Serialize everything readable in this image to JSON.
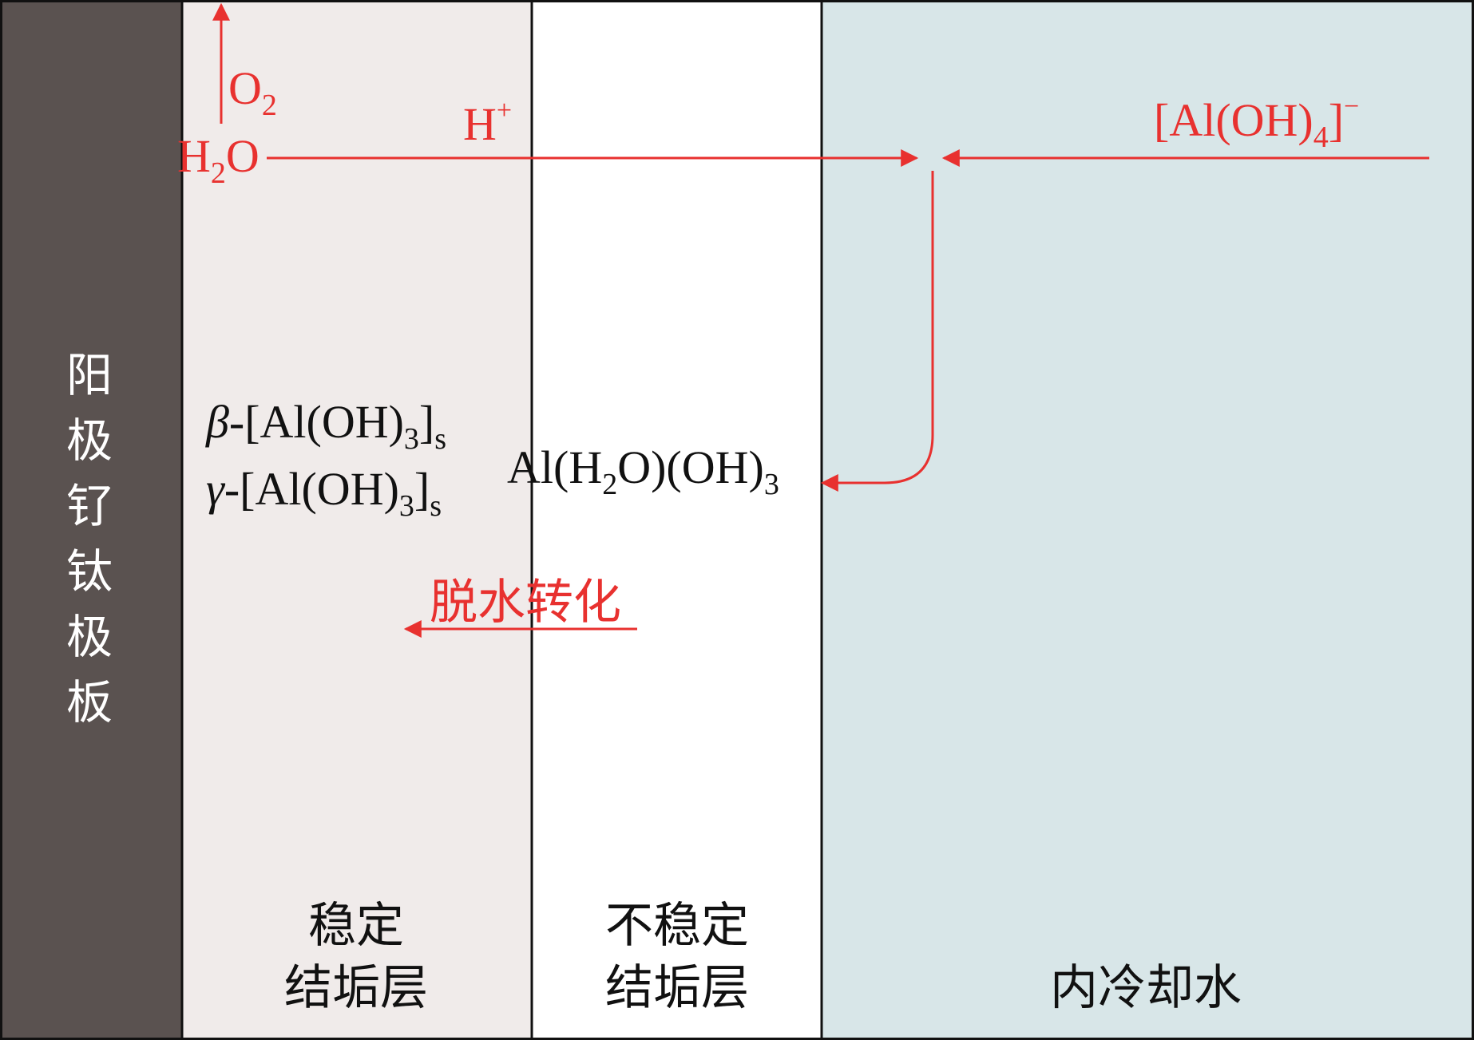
{
  "colors": {
    "anode": "#5a5250",
    "stable_layer": "#f0ebea",
    "unstable_layer": "#ffffff",
    "coolant": "#d8e6e8",
    "border": "#111111",
    "reaction": "#e8312f",
    "anode_text": "#ffffff"
  },
  "regions": {
    "anode_label": [
      "阳",
      "极",
      "钌",
      "钛",
      "极",
      "板"
    ],
    "stable_label": [
      "稳定",
      "结垢层"
    ],
    "unstable_label": [
      "不稳定",
      "结垢层"
    ],
    "coolant_label": "内冷却水"
  },
  "species": {
    "o2": {
      "main": "O",
      "sub": "2"
    },
    "h2o": {
      "a": "H",
      "sub": "2",
      "b": "O"
    },
    "h_plus": {
      "main": "H",
      "sup": "+"
    },
    "aluminate": {
      "a": "[Al(OH)",
      "sub": "4",
      "b": "]",
      "sup": "−"
    },
    "beta": {
      "greek": "β",
      "a": "-[Al(OH)",
      "sub1": "3",
      "b": "]",
      "sub2": "s"
    },
    "gamma": {
      "greek": "γ",
      "a": "-[Al(OH)",
      "sub1": "3",
      "b": "]",
      "sub2": "s"
    },
    "hydrated": {
      "a": "Al(H",
      "sub1": "2",
      "b": "O)(OH)",
      "sub2": "3"
    }
  },
  "process_label": "脱水转化"
}
